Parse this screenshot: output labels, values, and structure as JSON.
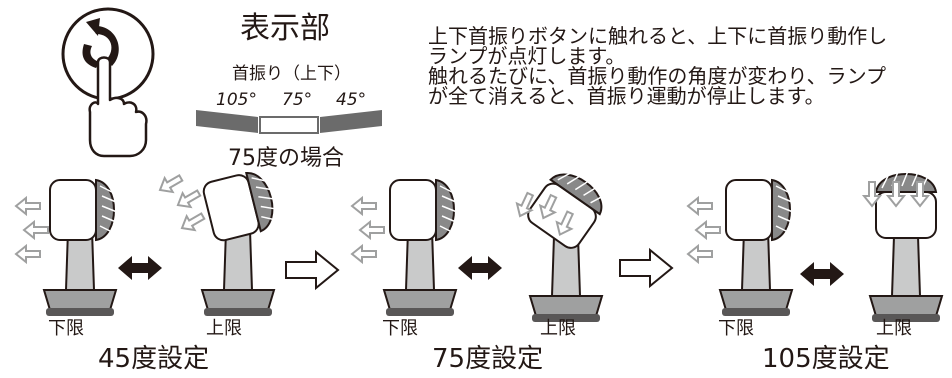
{
  "panel": {
    "title": "表示部",
    "swing_label": "首振り（上下）",
    "angles": [
      "105°",
      "75°",
      "45°"
    ],
    "case_caption": "75度の場合"
  },
  "description": [
    "上下首振りボタンに触れると、上下に首振り動作し",
    "ランプが点灯します。",
    "触れるたびに、首振り動作の角度が変わり、ランプ",
    "が全て消えると、首振り運動が停止します。"
  ],
  "settings": [
    {
      "lower": "下限",
      "upper": "上限",
      "caption": "45度設定"
    },
    {
      "lower": "下限",
      "upper": "上限",
      "caption": "75度設定"
    },
    {
      "lower": "下限",
      "upper": "上限",
      "caption": "105度設定"
    }
  ],
  "colors": {
    "ink": "#231815",
    "lamp_on": "#6b6b6b",
    "fan_gray": "#9fa0a0"
  }
}
